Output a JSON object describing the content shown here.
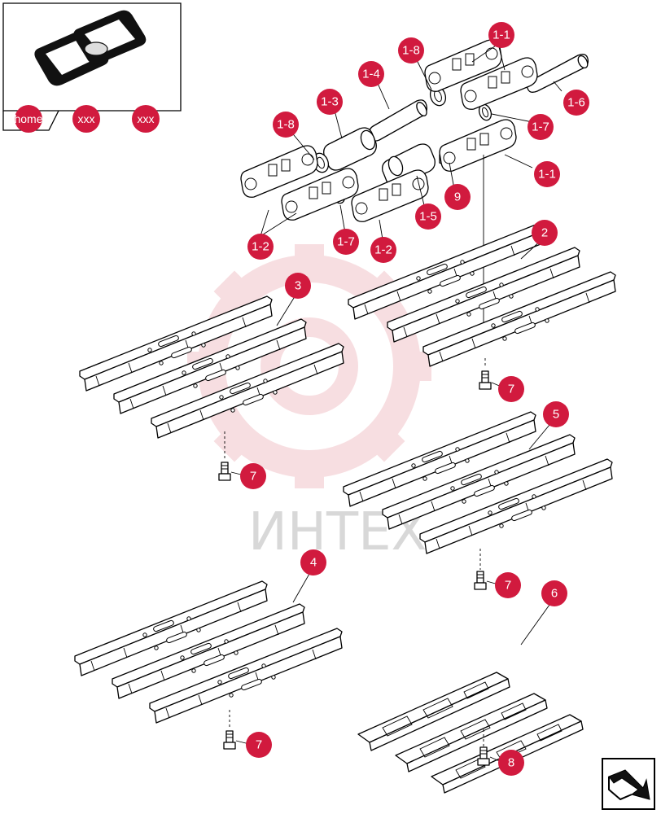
{
  "watermark": {
    "text": "ИНТЕХ",
    "color": "#f2c4c9"
  },
  "nav": {
    "home_label": "home",
    "prev_label": "xxx",
    "next_label": "xxx"
  },
  "callout_color": "#d11a3e",
  "callouts": {
    "c1_1_top": "1-1",
    "c1_8_top": "1-8",
    "c1_4": "1-4",
    "c1_3": "1-3",
    "c1_6": "1-6",
    "c1_8_left": "1-8",
    "c1_7_right": "1-7",
    "c1_1_right": "1-1",
    "c9": "9",
    "c1_5": "1-5",
    "c1_2_left": "1-2",
    "c1_7_mid": "1-7",
    "c1_2_mid": "1-2",
    "c2": "2",
    "c3": "3",
    "c7_a": "7",
    "c7_b": "7",
    "c5": "5",
    "c7_c": "7",
    "c4": "4",
    "c6": "6",
    "c7_d": "7",
    "c8": "8"
  },
  "icons": {
    "return": "return-arrow-icon",
    "thumbnail": "track-assembly-thumbnail"
  }
}
